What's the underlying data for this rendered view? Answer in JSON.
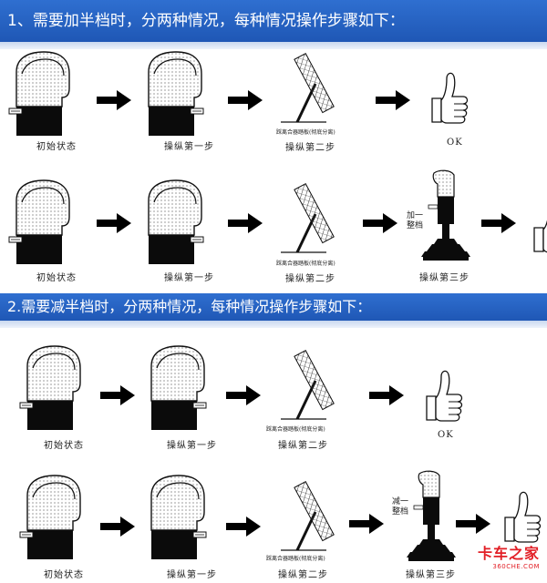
{
  "sections": [
    {
      "title": "1、需要加半档时，分两种情况，每种情况操作步骤如下：",
      "row1": {
        "initial": "初始状态",
        "step1": "操纵第一步",
        "clutch_label": "踩离合器踏板(彻底分离)",
        "step2": "操纵第二步",
        "ok": "OK"
      },
      "row2": {
        "initial": "初始状态",
        "step1": "操纵第一步",
        "clutch_label": "踩离合器踏板(彻底分离)",
        "step2": "操纵第二步",
        "gear_note": "加一整档",
        "step3": "操纵第三步"
      }
    },
    {
      "title": "2.需要减半档时，分两种情况，每种情况操作步骤如下：",
      "row1": {
        "initial": "初始状态",
        "step1": "操纵第一步",
        "clutch_label": "踩离合器踏板(彻底分离)",
        "step2": "操纵第二步",
        "ok": "OK"
      },
      "row2": {
        "initial": "初始状态",
        "step1": "操纵第一步",
        "clutch_label": "踩离合器踏板(彻底分离)",
        "step2": "操纵第二步",
        "gear_note": "减一整档",
        "step3": "操纵第三步"
      }
    }
  ],
  "watermark": {
    "brand": "卡车之家",
    "site": "360CHE.COM"
  },
  "colors": {
    "band": "#2158b8",
    "band_text": "#ffffff",
    "watermark": "#e21f26"
  }
}
